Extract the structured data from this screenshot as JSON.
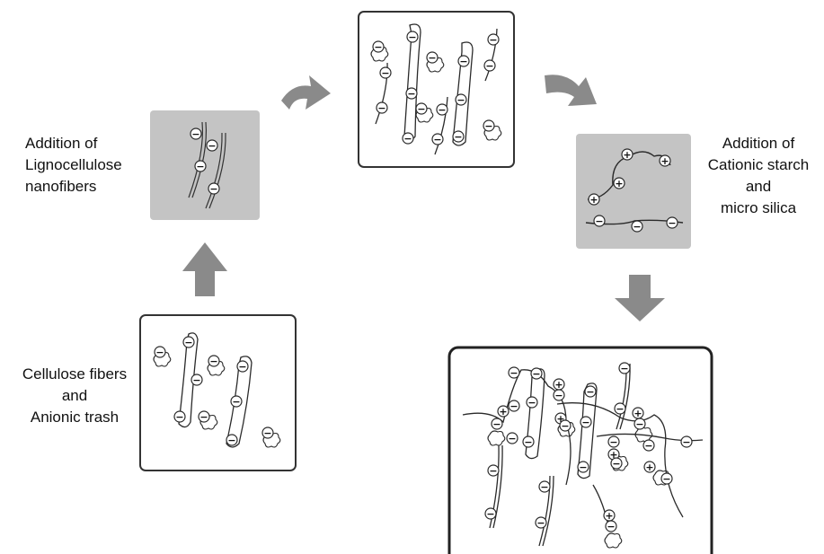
{
  "labels": {
    "cellulose": {
      "line1": "Cellulose fibers",
      "line2": "and",
      "line3": "Anionic trash"
    },
    "lignocellulose": {
      "line1": "Addition of",
      "line2": "Lignocellulose",
      "line3": "nanofibers"
    },
    "cationic": {
      "line1": "Addition of",
      "line2": "Cationic starch",
      "line3": "and",
      "line4": "micro silica"
    }
  },
  "charges": {
    "negative": "−",
    "positive": "+"
  },
  "colors": {
    "shaded_panel": "#c4c4c4",
    "arrow": "#8a8a8a",
    "stroke": "#2a2a2a"
  }
}
